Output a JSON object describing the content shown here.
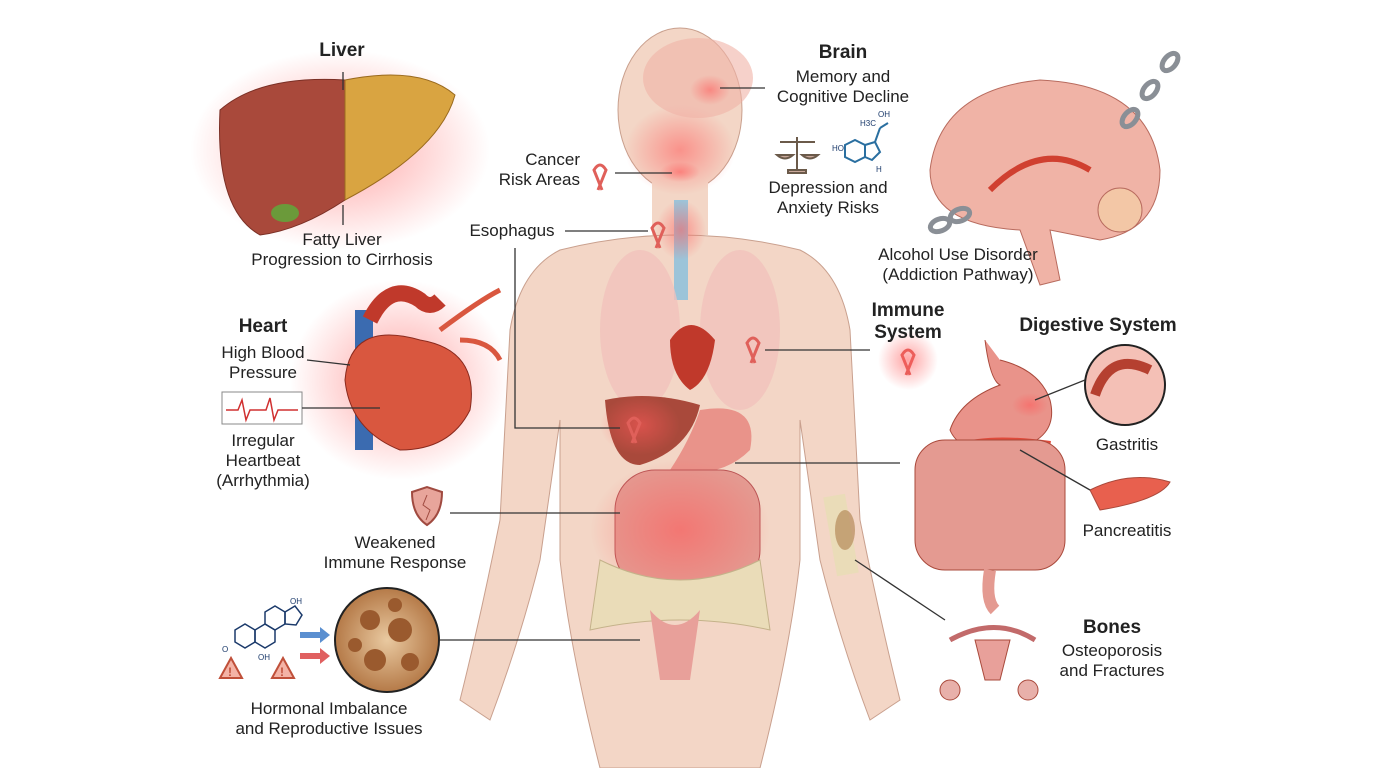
{
  "colors": {
    "organ": "#e07a6e",
    "glow": "#ff6b6b",
    "skin": "#f3d6c6",
    "text": "#222222",
    "line": "#333333",
    "liver": "#a9493b",
    "fatty_liver": "#d9a441",
    "bone": "#eadcb8"
  },
  "labels": {
    "liver": {
      "title": "Liver",
      "line1": "Fatty Liver",
      "line2": "Progression to Cirrhosis"
    },
    "brain": {
      "title": "Brain",
      "line1": "Memory and",
      "line2": "Cognitive Decline"
    },
    "cancer": {
      "line1": "Cancer",
      "line2": "Risk Areas"
    },
    "depression": {
      "line1": "Depression and",
      "line2": "Anxiety Risks",
      "chem_1": "H3C",
      "chem_2": "OH",
      "chem_3": "HO",
      "chem_4": "H"
    },
    "esophagus": {
      "line1": "Esophagus"
    },
    "addiction": {
      "line1": "Alcohol Use Disorder",
      "line2": "(Addiction Pathway)"
    },
    "heart": {
      "title": "Heart",
      "line1": "High Blood",
      "line2": "Pressure"
    },
    "arrhythmia": {
      "line1": "Irregular",
      "line2": "Heartbeat",
      "line3": "(Arrhythmia)"
    },
    "immune_system": {
      "title1": "Immune",
      "title2": "System"
    },
    "digestive": {
      "title": "Digestive System",
      "gastritis": "Gastritis",
      "pancreatitis": "Pancreatitis"
    },
    "weakened_immune": {
      "line1": "Weakened",
      "line2": "Immune Response"
    },
    "bones": {
      "title": "Bones",
      "line1": "Osteoporosis",
      "line2": "and Fractures"
    },
    "hormonal": {
      "line1": "Hormonal Imbalance",
      "line2": "and Reproductive Issues",
      "chem_oh1": "OH",
      "chem_oh2": "OH",
      "chem_o": "O"
    }
  },
  "icons": [
    "ribbon-icon",
    "scales-icon",
    "serotonin-molecule-icon",
    "chain-icon",
    "shield-icon",
    "ecg-icon",
    "warning-icon",
    "arrow-icon",
    "hormone-molecule-icon"
  ]
}
